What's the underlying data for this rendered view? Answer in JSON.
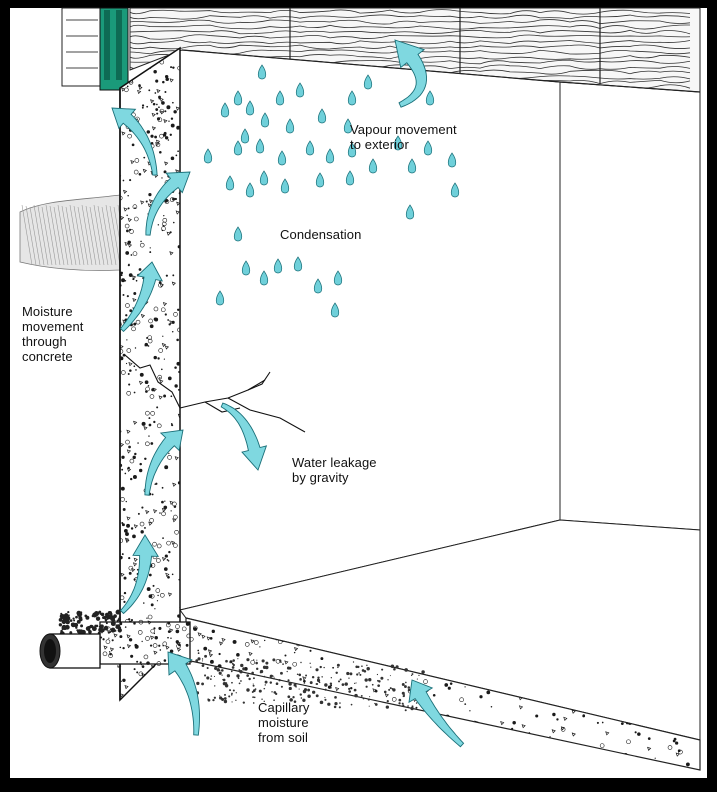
{
  "colors": {
    "frame": "#000000",
    "paper": "#ffffff",
    "ink": "#111111",
    "arrow": "#7fd8e0",
    "drop": "#6fd0da",
    "concrete_speckle": "#1a1a1a",
    "soil": "#cfcfcf",
    "insulation": "#1a9a7a"
  },
  "labels": {
    "vapour": "Vapour movement\nto exterior",
    "condensation": "Condensation",
    "moisture_through_concrete": "Moisture\nmovement\nthrough\nconcrete",
    "water_leakage": "Water leakage\nby gravity",
    "capillary": "Capillary\nmoisture\nfrom soil"
  },
  "icons": {
    "drain_pipe": "drain-pipe-icon",
    "droplet": "water-drop-icon",
    "arrow": "moisture-arrow-icon"
  }
}
